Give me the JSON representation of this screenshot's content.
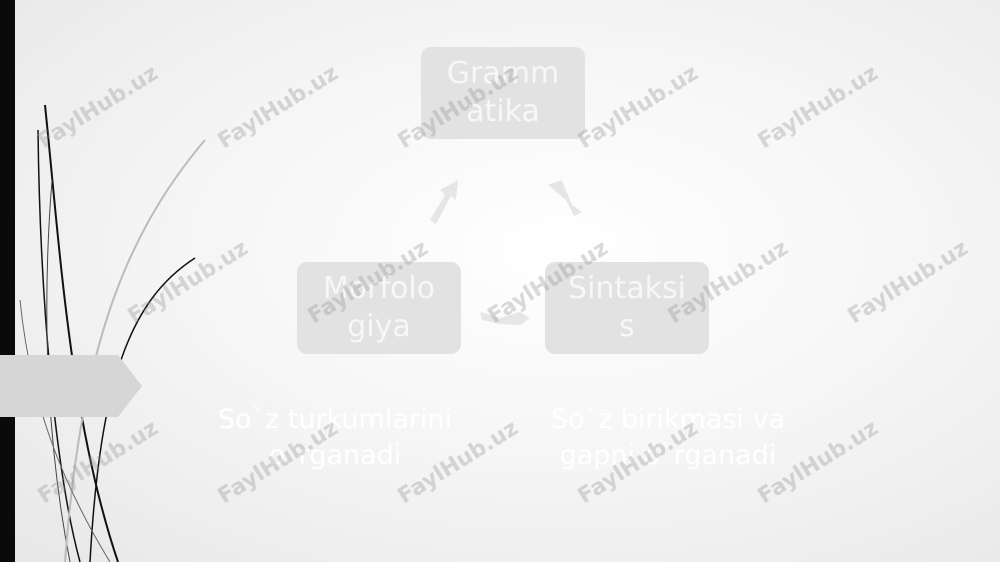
{
  "diagram": {
    "nodes": [
      {
        "id": "grammatika",
        "label": "Gramm\natika"
      },
      {
        "id": "morfologiya",
        "label": "Morfolo\ngiya"
      },
      {
        "id": "sintaksis",
        "label": "Sintaksi\ns"
      }
    ],
    "descriptions": {
      "morfologiya": "So`z turkumlarini\no`rganadi",
      "sintaksis": "So`z birikmasi va\ngapni o`rganadi"
    }
  },
  "watermark": {
    "text": "FaylHub.uz"
  },
  "colors": {
    "box": "#e2e2e2",
    "box_text": "#f7f7f7",
    "left_bar": "#0a0a0a",
    "watermark": "#969696"
  }
}
